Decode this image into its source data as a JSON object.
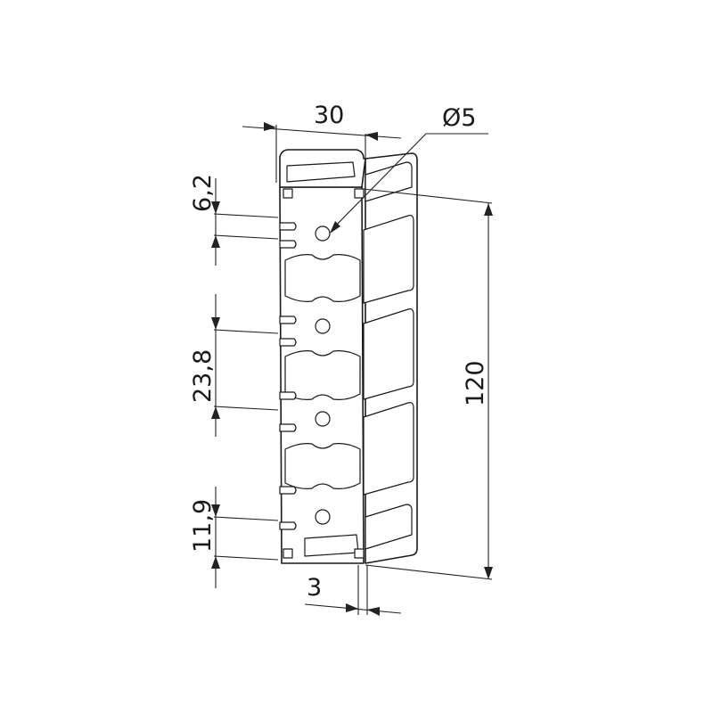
{
  "dimensions": {
    "width": "30",
    "hole_diameter": "Ø5",
    "top_pitch": "6,2",
    "groove_pitch": "23,8",
    "bottom_pitch": "11,9",
    "slot_width": "3",
    "length": "120"
  },
  "colors": {
    "line": "#1a1a1a",
    "background": "#ffffff",
    "hatch": "#555555"
  }
}
